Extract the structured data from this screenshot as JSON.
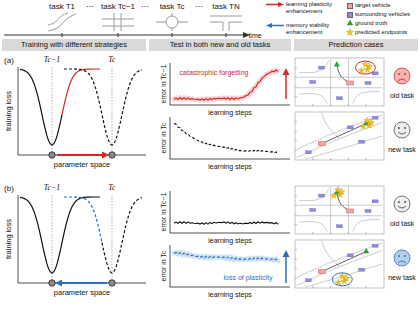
{
  "diagram": {
    "nodes": [
      {
        "text": [
          "Training with different strategies"
        ]
      },
      {
        "text": [
          "Test in both new and old tasks"
        ]
      },
      {
        "text": [
          "Prediction cases"
        ]
      }
    ],
    "labels": [
      "task T1",
      "⋯",
      "task Tc−1",
      "⋯",
      "task Tc",
      "⋯",
      "task TN",
      "time",
      "(a)",
      "training loss",
      "Tc−1",
      "Tc",
      "parameter space",
      "error in Tc−1",
      "catastrophic forgetting",
      "learning steps",
      "error in Tc",
      "learning steps",
      "old task",
      "new task",
      "(b)",
      "training loss",
      "Tc−1",
      "Tc",
      "parameter space",
      "error in Tc−1",
      "learning steps",
      "error in Tc",
      "loss of plasticity",
      "learning steps",
      "old task",
      "new task"
    ],
    "legend": [
      {
        "text": "learning plasticity enhancement"
      },
      {
        "text": "memory stability enhancement"
      },
      {
        "text": "target vehicle",
        "color": "#f4a3a3"
      },
      {
        "text": "surrounding vehicles",
        "color": "#8c8ce6"
      },
      {
        "text": "ground truth"
      },
      {
        "text": "predicted endpoints"
      }
    ]
  }
}
